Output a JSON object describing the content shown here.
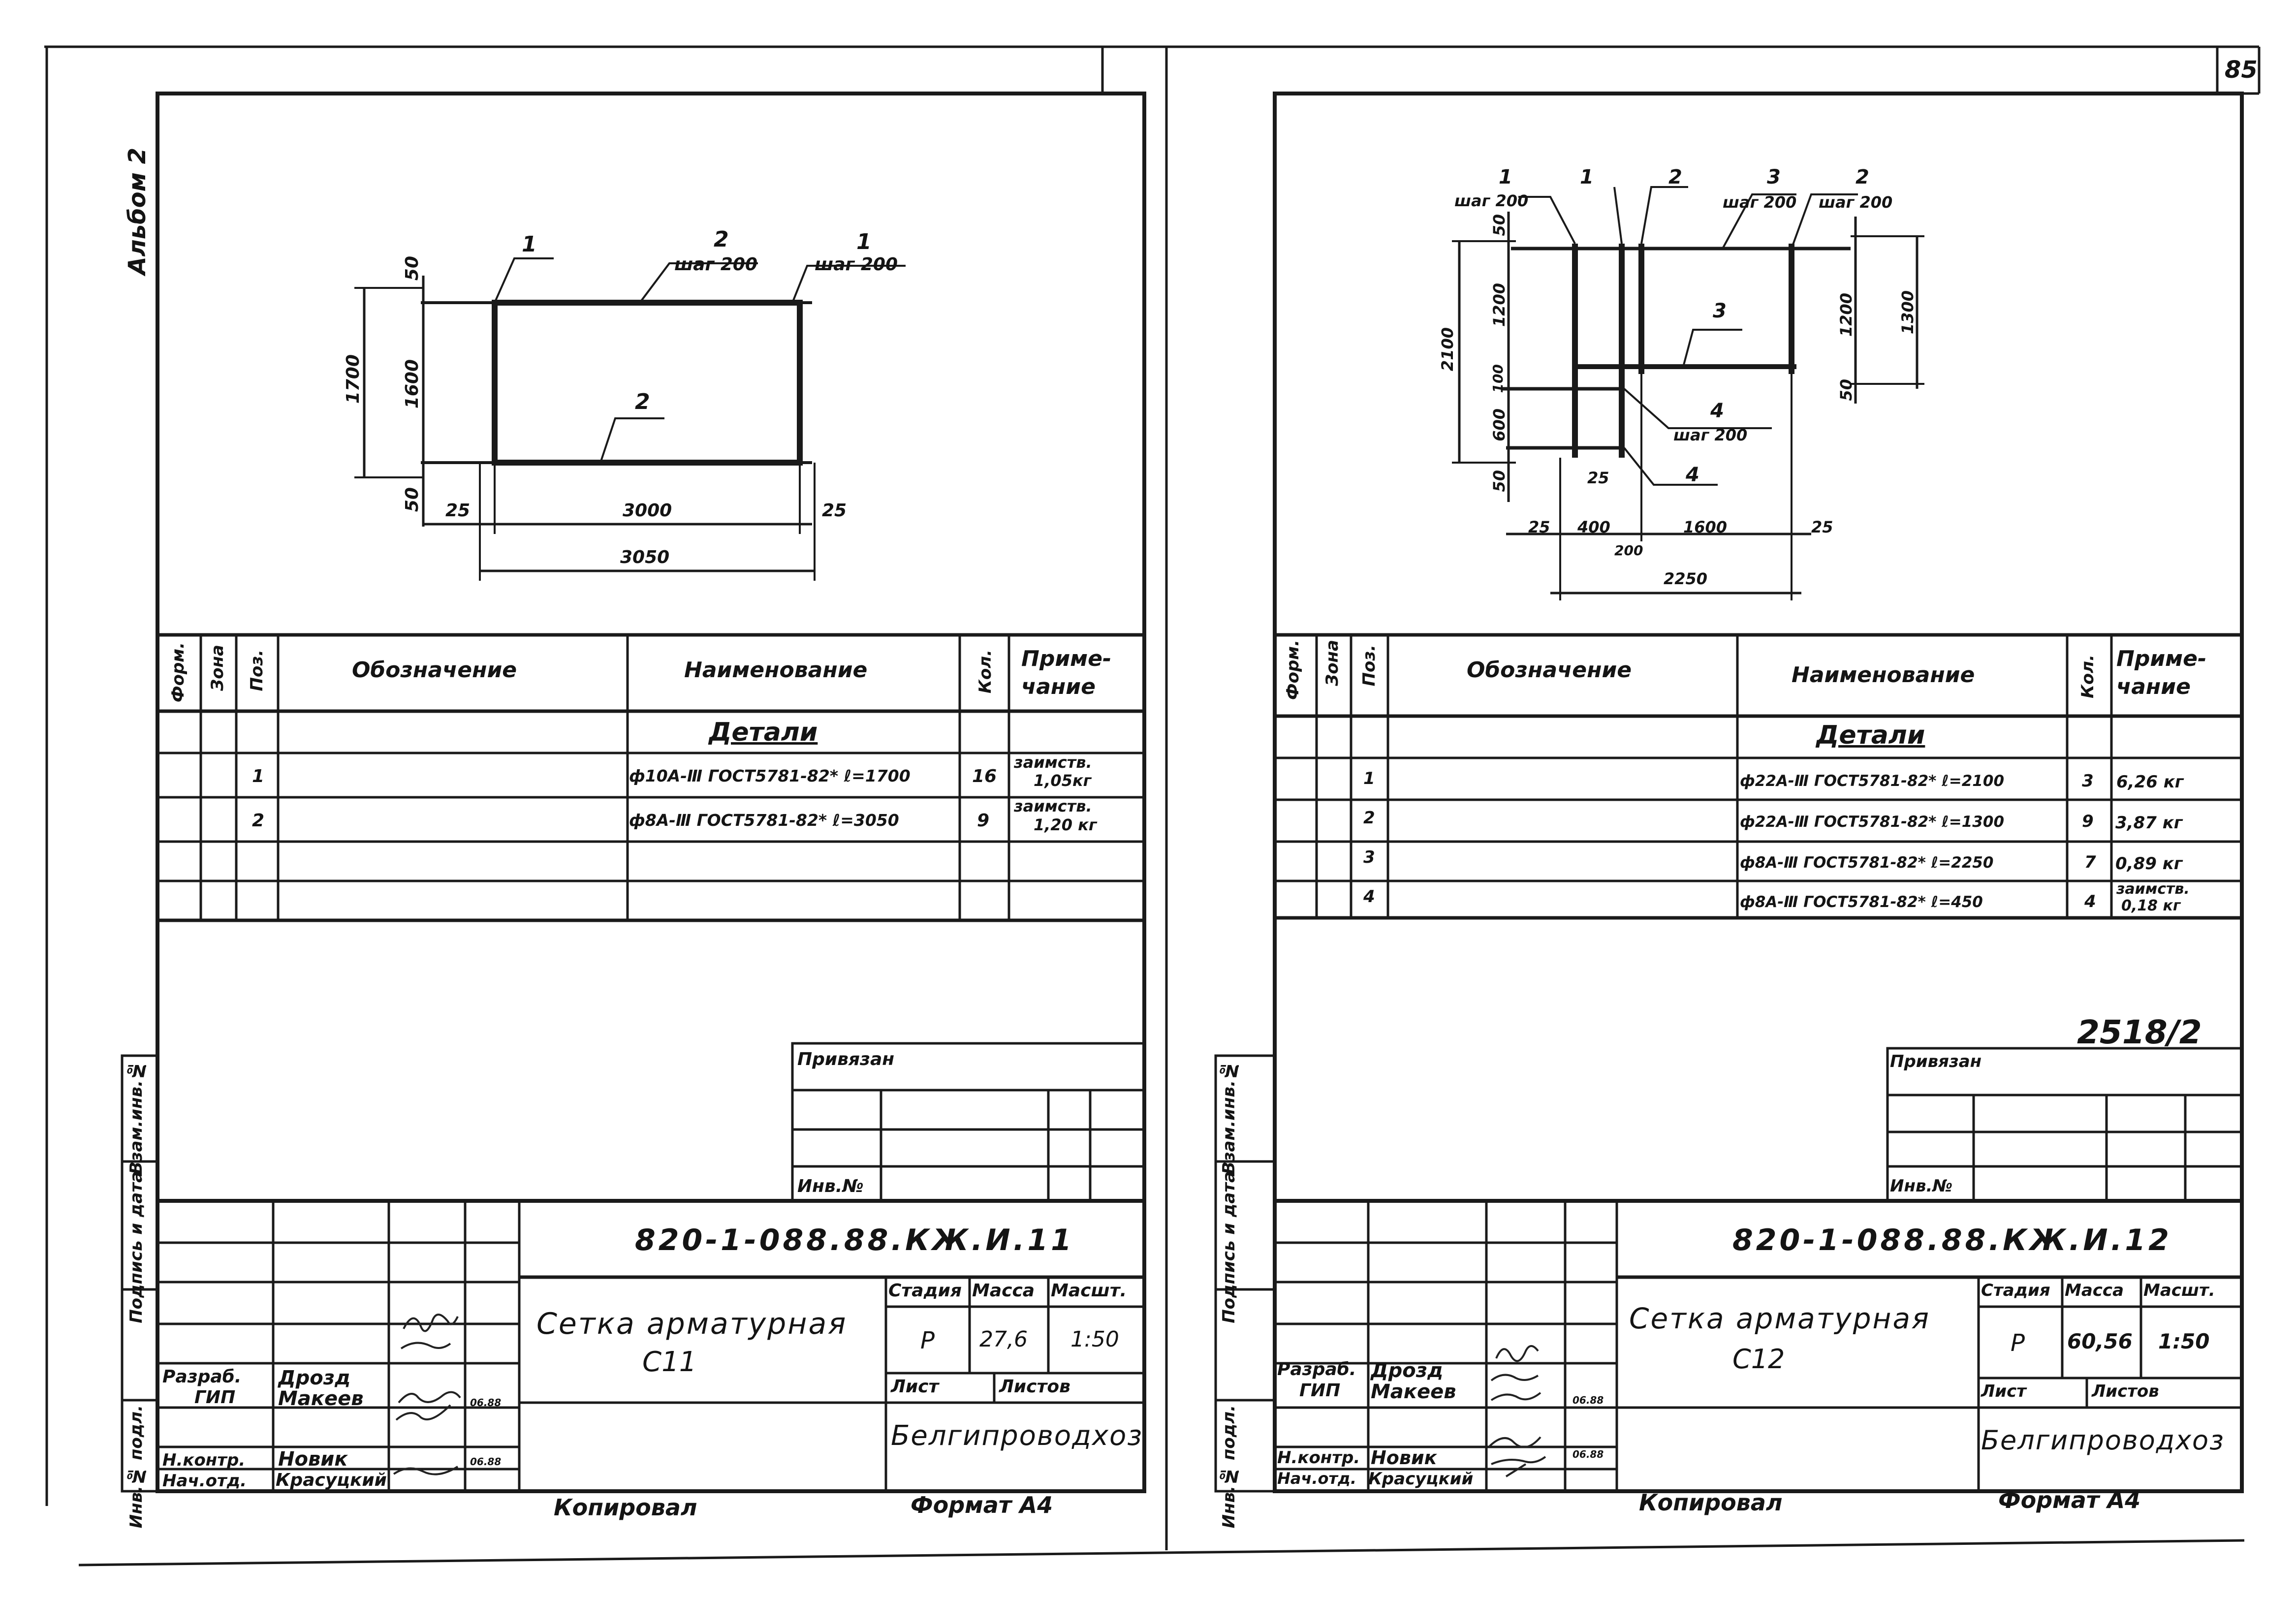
{
  "page": {
    "page_number": "85",
    "album_label": "Альбом 2",
    "side_labels": {
      "inv_podl": "Инв.№ подл.",
      "podpis_data": "Подпись и дата",
      "vzam_inv": "Взам.инв.№"
    },
    "copied_label": "Копировал",
    "format_label": "Формат А4"
  },
  "sheet_left": {
    "drawing": {
      "callouts": {
        "pos1_left": "1",
        "pos2_top": "2",
        "pos2_top_step": "шаг 200",
        "pos1_right": "1",
        "pos1_right_step": "шаг 200",
        "pos2_middle": "2"
      },
      "dims": {
        "top_offset": "50",
        "height_inner": "1600",
        "height_total": "1700",
        "bottom_offset": "50",
        "left_offset": "25",
        "length_inner": "3000",
        "right_offset": "25",
        "length_total": "3050"
      }
    },
    "spec": {
      "headers": {
        "format": "Форм.",
        "zone": "Зона",
        "pos": "Поз.",
        "designation": "Обозначение",
        "name": "Наименование",
        "qty": "Кол.",
        "note": "Приме-\nчание"
      },
      "section_title": "Детали",
      "rows": [
        {
          "pos": "1",
          "name": "ф10А-Ⅲ ГОСТ5781-82* ℓ=1700",
          "qty": "16",
          "note_line1": "заимств.",
          "note_line2": "1,05кг"
        },
        {
          "pos": "2",
          "name": "ф8А-Ⅲ ГОСТ5781-82* ℓ=3050",
          "qty": "9",
          "note_line1": "заимств.",
          "note_line2": "1,20 кг"
        }
      ]
    },
    "privyazan": {
      "title": "Привязан",
      "inv_label": "Инв.№"
    },
    "title_block": {
      "doc_code": "820-1-088.88.КЖ.И.11",
      "name_line1": "Сетка арматурная",
      "name_line2": "С11",
      "stage_label": "Стадия",
      "mass_label": "Масса",
      "scale_label": "Масшт.",
      "stage": "Р",
      "mass": "27,6",
      "scale": "1:50",
      "sheet_label": "Лист",
      "sheets_label": "Листов",
      "org": "Белгипроводхоз",
      "roles": [
        {
          "role": "Разраб.",
          "person": "Дрозд",
          "date": ""
        },
        {
          "role": "ГИП",
          "person": "Макеев",
          "date": "06.88"
        },
        {
          "role": "Н.контр.",
          "person": "Новик",
          "date": ""
        },
        {
          "role": "Нач.отд.",
          "person": "Красуцкий",
          "date": "06.88"
        }
      ]
    }
  },
  "sheet_right": {
    "drawing": {
      "callouts": {
        "c1a": "1",
        "c1a_step": "шаг 200",
        "c1b": "1",
        "c2a": "2",
        "c3top": "3",
        "c3top_step": "шаг 200",
        "c2b": "2",
        "c2b_step": "шаг 200",
        "c3mid": "3",
        "c4a": "4",
        "c4a_step": "шаг 200",
        "c4b": "4"
      },
      "dims": {
        "v50_top": "50",
        "v1200_left": "1200",
        "v100": "100",
        "v600": "600",
        "v50_bottom": "50",
        "v2100": "2100",
        "v1200_right": "1200",
        "v50_right": "50",
        "v1300": "1300",
        "h25_small": "25",
        "h25_left": "25",
        "h400": "400",
        "h200": "200",
        "h1600": "1600",
        "h25_right": "25",
        "h2250": "2250"
      }
    },
    "spec": {
      "headers": {
        "format": "Форм.",
        "zone": "Зона",
        "pos": "Поз.",
        "designation": "Обозначение",
        "name": "Наименование",
        "qty": "Кол.",
        "note": "Приме-\nчание"
      },
      "section_title": "Детали",
      "rows": [
        {
          "pos": "1",
          "name": "ф22А-Ⅲ ГОСТ5781-82* ℓ=2100",
          "qty": "3",
          "note_line1": "6,26 кг",
          "note_line2": ""
        },
        {
          "pos": "2",
          "name": "ф22А-Ⅲ ГОСТ5781-82* ℓ=1300",
          "qty": "9",
          "note_line1": "3,87 кг",
          "note_line2": ""
        },
        {
          "pos": "3",
          "name": "ф8А-Ⅲ ГОСТ5781-82* ℓ=2250",
          "qty": "7",
          "note_line1": "0,89 кг",
          "note_line2": ""
        },
        {
          "pos": "4",
          "name": "ф8А-Ⅲ ГОСТ5781-82* ℓ=450",
          "qty": "4",
          "note_line1": "заимств.",
          "note_line2": "0,18 кг"
        }
      ]
    },
    "handwritten_number": "2518/2",
    "privyazan": {
      "title": "Привязан",
      "inv_label": "Инв.№"
    },
    "title_block": {
      "doc_code": "820-1-088.88.КЖ.И.12",
      "name_line1": "Сетка арматурная",
      "name_line2": "С12",
      "stage_label": "Стадия",
      "mass_label": "Масса",
      "scale_label": "Масшт.",
      "stage": "Р",
      "mass": "60,56",
      "scale": "1:50",
      "sheet_label": "Лист",
      "sheets_label": "Листов",
      "org": "Белгипроводхоз",
      "roles": [
        {
          "role": "Разраб.",
          "person": "Дрозд",
          "date": ""
        },
        {
          "role": "ГИП",
          "person": "Макеев",
          "date": "06.88"
        },
        {
          "role": "Н.контр.",
          "person": "Новик",
          "date": "06.88"
        },
        {
          "role": "Нач.отд.",
          "person": "Красуцкий",
          "date": ""
        }
      ]
    }
  }
}
